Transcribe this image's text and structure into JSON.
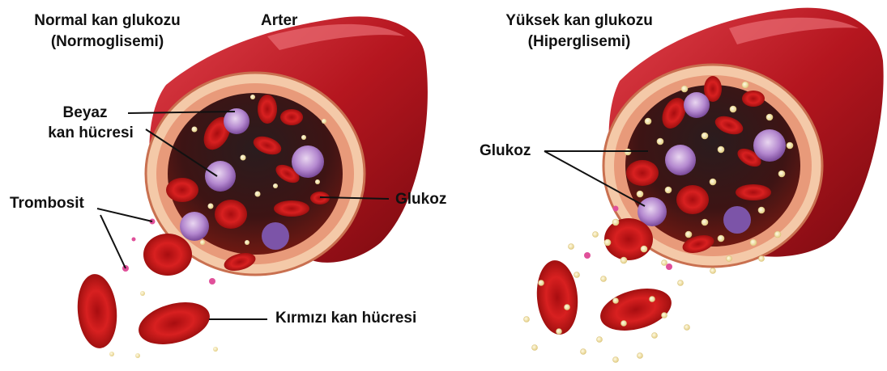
{
  "left_panel": {
    "title_line1": "Normal kan glukozu",
    "title_line2": "(Normoglisemi)",
    "vessel_label": "Arter",
    "wbc_label_line1": "Beyaz",
    "wbc_label_line2": "kan hücresi",
    "platelet_label": "Trombosit",
    "glucose_label": "Glukoz",
    "rbc_label": "Kırmızı kan hücresi"
  },
  "right_panel": {
    "title_line1": "Yüksek kan glukozu",
    "title_line2": "(Hiperglisemi)",
    "glucose_label": "Glukoz"
  },
  "colors": {
    "vessel_red": "#b0141c",
    "red_blood_cell": "#d01f1f",
    "white_blood_cell": "#a56fc3",
    "glucose": "#f3e7b0",
    "platelet": "#e0509a",
    "lumen": "#1b1416"
  }
}
